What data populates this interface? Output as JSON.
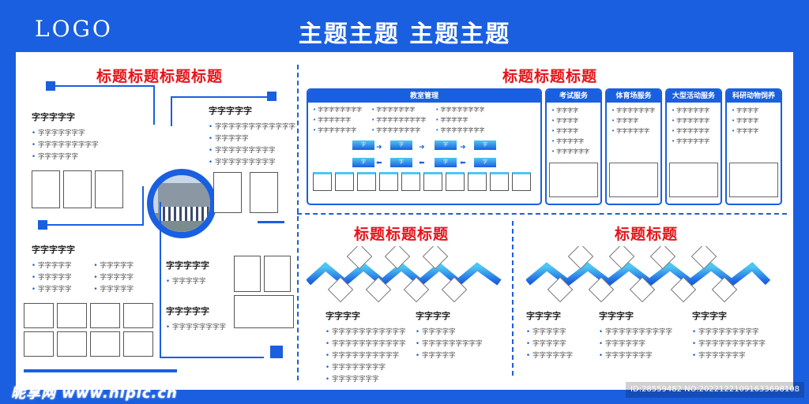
{
  "header": {
    "logo": "LOGO",
    "theme": "主题主题 主题主题"
  },
  "left": {
    "title": "标题标题标题标题",
    "block1": {
      "heading": "字字字字字",
      "items": [
        "字字字字字字字",
        "字字字字字字字字字",
        "字字字字字字"
      ]
    },
    "block2": {
      "heading": "字字字字字",
      "items": [
        "字字字字字字字字字字字字",
        "字字字字字",
        "字字字字字字字字字",
        "字字字字字字字字字"
      ]
    },
    "block3": {
      "heading": "字字字字字",
      "items_a": [
        "字字字字字",
        "字字字字字",
        "字字字字字"
      ],
      "items_b": [
        "字字字字字",
        "字字字字字",
        "字字字字字"
      ]
    },
    "block4": {
      "heading": "字字字字字",
      "items": [
        "字字字字字"
      ]
    },
    "block5": {
      "heading": "字字字字字",
      "items": [
        "字字字字字字字字"
      ]
    }
  },
  "right_top": {
    "title": "标题标题标题",
    "cards": [
      {
        "title": "教室管理",
        "items": [
          "字字字字字字字字",
          "字字字字字字",
          "字字字字字字字",
          "字字字字字字字",
          "字字字字字字字字字",
          "字字字字字字字字",
          "字字字字字字字字",
          "字字字字字",
          "字字字字字字字字"
        ],
        "flow": [
          "字",
          "字",
          "字",
          "字",
          "字",
          "字",
          "字",
          "字"
        ]
      },
      {
        "title": "考试服务",
        "items": [
          "字字字字",
          "字字字字",
          "字字字字",
          "字字字字字",
          "字字字字字字"
        ]
      },
      {
        "title": "体育场服务",
        "items": [
          "字字字字字字字",
          "字字字字",
          "字字字字字字"
        ]
      },
      {
        "title": "大型活动服务",
        "items": [
          "字字字字字字",
          "字字字字字字",
          "字字字字字字",
          "字字字字字字"
        ]
      },
      {
        "title": "科研动物饲养",
        "items": [
          "字字字字",
          "字字字字",
          "字字字字"
        ]
      }
    ]
  },
  "bottom_mid": {
    "title": "标题标题标题",
    "col1": {
      "heading": "字字字字",
      "items": [
        "字字字字字字字字字字字",
        "字字字字字字字字字字字",
        "字字字字字字字字字字",
        "字字字字字字字字",
        "字字字字字字字"
      ]
    },
    "col2": {
      "heading": "字字字字",
      "items": [
        "字字字字字",
        "字字字字字字字字字",
        "字字字字字"
      ]
    }
  },
  "bottom_right": {
    "title": "标题标题",
    "col1": {
      "heading": "字字字字",
      "items": [
        "字字字字字",
        "字字字字字",
        "字字字字字字"
      ]
    },
    "col2": {
      "heading": "字字字字",
      "items": [
        "字字字字字字字字字字",
        "字字字字字字",
        "字字字字字字字"
      ]
    },
    "col3": {
      "heading": "字字字字",
      "items": [
        "字字字字字字字字字",
        "字字字字字字字字字字",
        "字字字字字字字"
      ]
    }
  },
  "watermark": {
    "site": "昵享网 www.nipic.cn",
    "id": "ID:28559482 NO:20221221091633698108"
  },
  "colors": {
    "primary": "#1a5fe0",
    "title_red": "#e4141a"
  }
}
